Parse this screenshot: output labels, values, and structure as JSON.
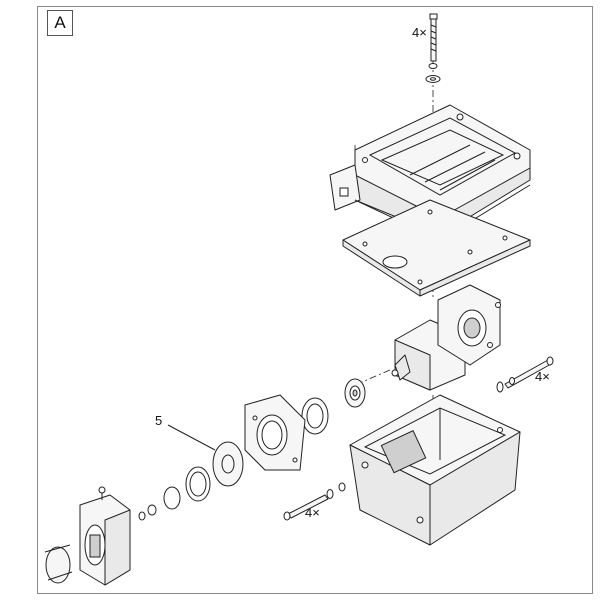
{
  "figure_label": "A",
  "callouts": {
    "top_screws_qty": "4×",
    "right_screws_qty": "4×",
    "bottom_screws_qty": "4×",
    "diaphragm_ref": "5"
  }
}
